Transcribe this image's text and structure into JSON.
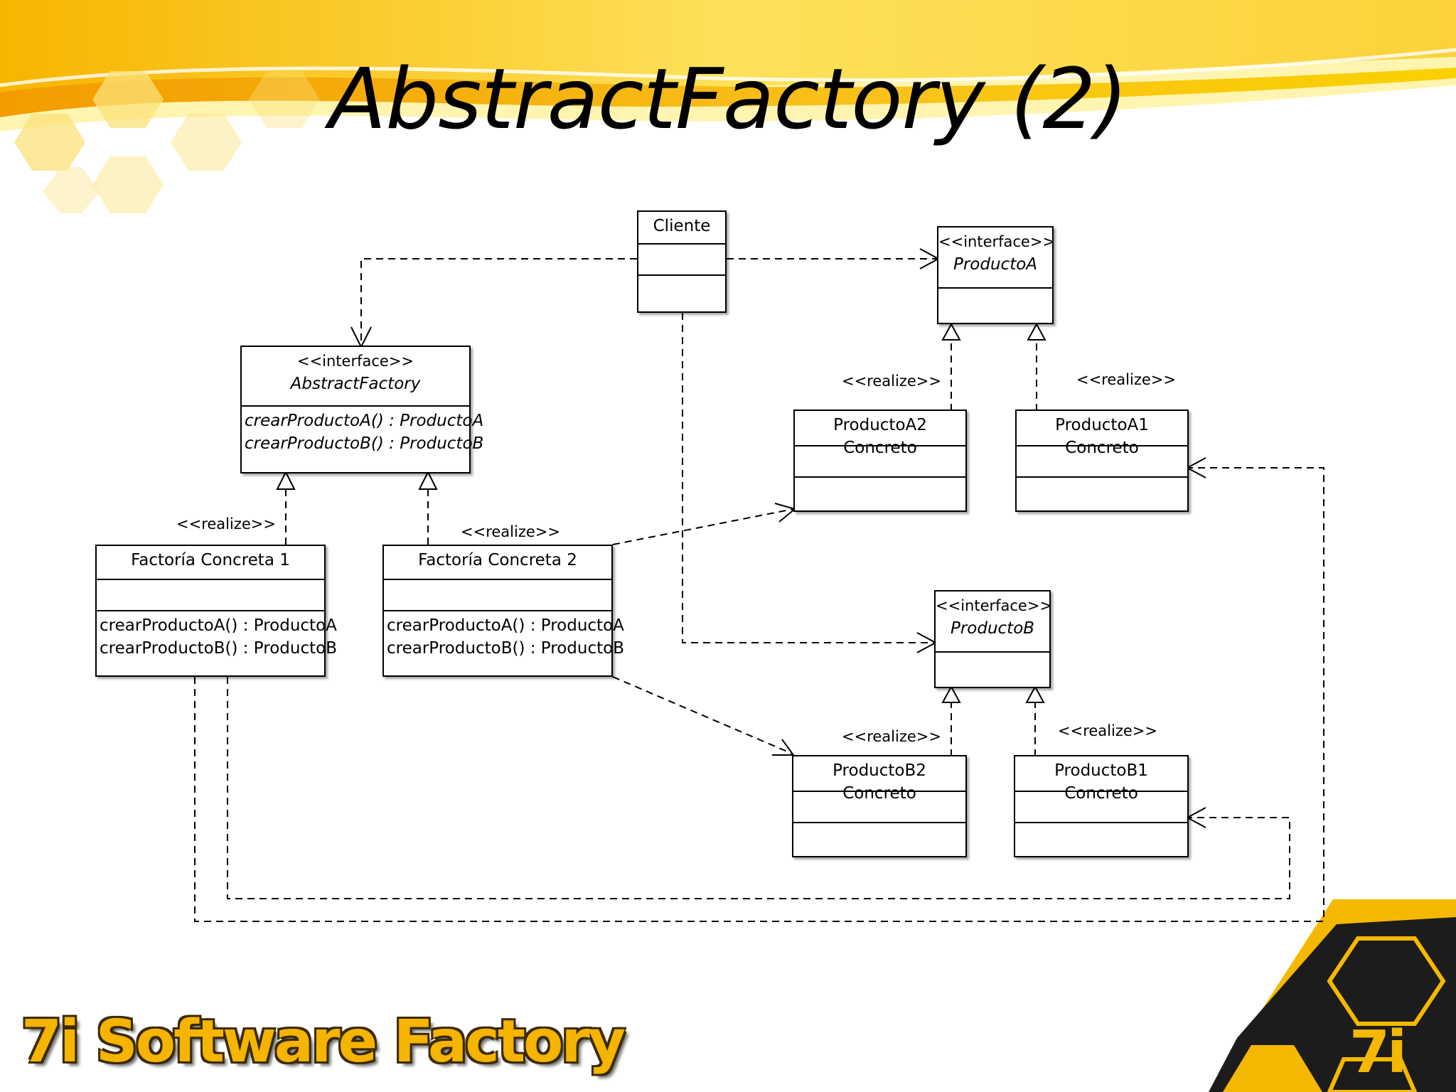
{
  "slide": {
    "title": "AbstractFactory (2)",
    "brand": "7i Software Factory",
    "logo_text": "7i",
    "colors": {
      "accent": "#f5b800",
      "accent_light": "#fde87a",
      "dark": "#1c1c1c"
    }
  },
  "diagram": {
    "classes": {
      "cliente": {
        "name": "Cliente"
      },
      "productoA": {
        "stereotype": "<<interface>>",
        "name": "ProductoA"
      },
      "productoB": {
        "stereotype": "<<interface>>",
        "name": "ProductoB"
      },
      "abstractFactory": {
        "stereotype": "<<interface>>",
        "name": "AbstractFactory",
        "ops": [
          "crearProductoA() : ProductoA",
          "crearProductoB() : ProductoB"
        ]
      },
      "factoria1": {
        "name": "Factoría Concreta 1",
        "ops": [
          "crearProductoA() : ProductoA",
          "crearProductoB() : ProductoB"
        ]
      },
      "factoria2": {
        "name": "Factoría Concreta 2",
        "ops": [
          "crearProductoA() : ProductoA",
          "crearProductoB() : ProductoB"
        ]
      },
      "productoA2": {
        "name": "ProductoA2 Concreto"
      },
      "productoA1": {
        "name": "ProductoA1 Concreto"
      },
      "productoB2": {
        "name": "ProductoB2 Concreto"
      },
      "productoB1": {
        "name": "ProductoB1 Concreto"
      }
    },
    "realize_label": "<<realize>>"
  }
}
